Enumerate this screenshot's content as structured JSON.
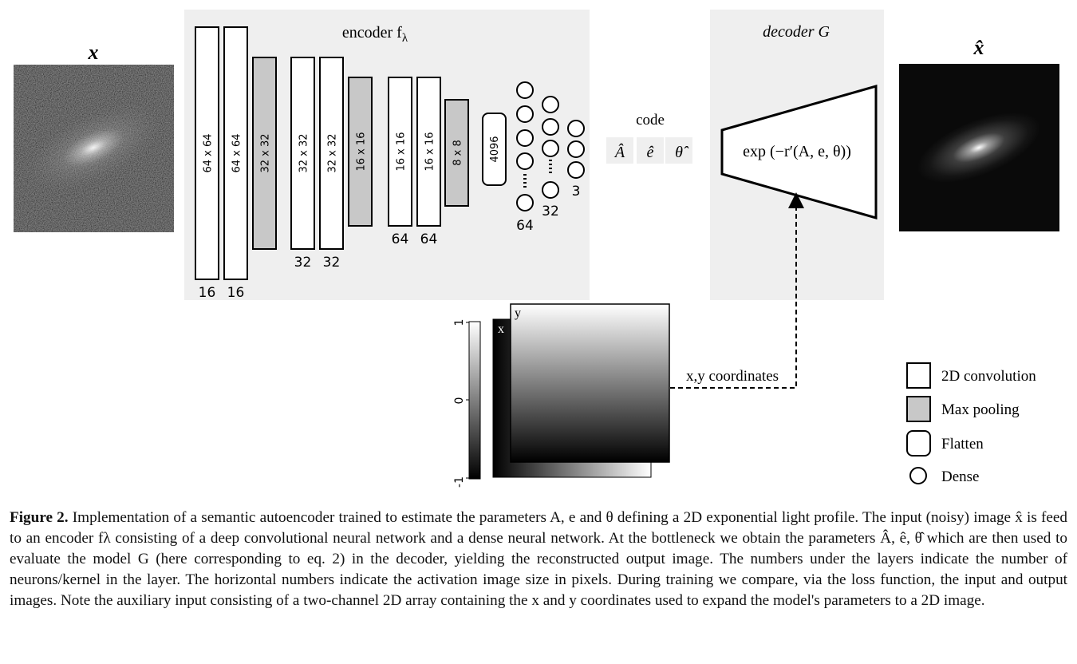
{
  "input_image": {
    "label": "x"
  },
  "output_image": {
    "label": "x̂"
  },
  "encoder": {
    "title": "encoder f",
    "title_subscript": "λ",
    "conv_layers": [
      {
        "size": "64 x 64",
        "kernels": "16",
        "kind": "conv"
      },
      {
        "size": "64 x 64",
        "kernels": "16",
        "kind": "conv"
      },
      {
        "size": "32 x 32",
        "kernels": "",
        "kind": "pool"
      },
      {
        "size": "32 x 32",
        "kernels": "32",
        "kind": "conv"
      },
      {
        "size": "32 x 32",
        "kernels": "32",
        "kind": "conv"
      },
      {
        "size": "16 x 16",
        "kernels": "",
        "kind": "pool"
      },
      {
        "size": "16 x 16",
        "kernels": "64",
        "kind": "conv"
      },
      {
        "size": "16 x 16",
        "kernels": "64",
        "kind": "conv"
      },
      {
        "size": "8 x 8",
        "kernels": "",
        "kind": "pool"
      }
    ],
    "flatten": {
      "size": "4096"
    },
    "dense_layers": [
      {
        "neurons": "64"
      },
      {
        "neurons": "32"
      },
      {
        "neurons": "3"
      }
    ]
  },
  "code": {
    "title": "code",
    "params": [
      "Â",
      "ê",
      "θ̂"
    ]
  },
  "decoder": {
    "title": "decoder G",
    "formula": "exp (−r′(A, e, θ))"
  },
  "coordinates": {
    "label": "x,y coordinates",
    "x_channel": "x",
    "y_channel": "y",
    "colorbar_ticks": [
      "1",
      "0",
      "-1"
    ]
  },
  "legend": [
    {
      "label": "2D convolution",
      "shape": "rect",
      "fill": "#ffffff"
    },
    {
      "label": "Max pooling",
      "shape": "rect",
      "fill": "#c8c8c8"
    },
    {
      "label": "Flatten",
      "shape": "rounded-rect",
      "fill": "#ffffff"
    },
    {
      "label": "Dense",
      "shape": "circle",
      "fill": "#ffffff"
    }
  ],
  "caption": {
    "figure_label": "Figure 2.",
    "text": "Implementation of a semantic autoencoder trained to estimate the parameters A, e and θ defining a 2D exponential light profile. The input (noisy) image x̂ is feed to an encoder fλ consisting of a deep convolutional neural network and a dense neural network. At the bottleneck we obtain the parameters Â, ê, θ̂ which are then used to evaluate the model G (here corresponding to eq. 2) in the decoder, yielding the reconstructed output image. The numbers under the layers indicate the number of neurons/kernel in the layer. The horizontal numbers indicate the activation image size in pixels. During training we compare, via the loss function, the input and output images. Note the auxiliary input consisting of a two-channel 2D array containing the x and y coordinates used to expand the model's parameters to a 2D image."
  },
  "colors": {
    "panel_bg": "#efefef",
    "pool_fill": "#c8c8c8",
    "stroke": "#000000"
  }
}
